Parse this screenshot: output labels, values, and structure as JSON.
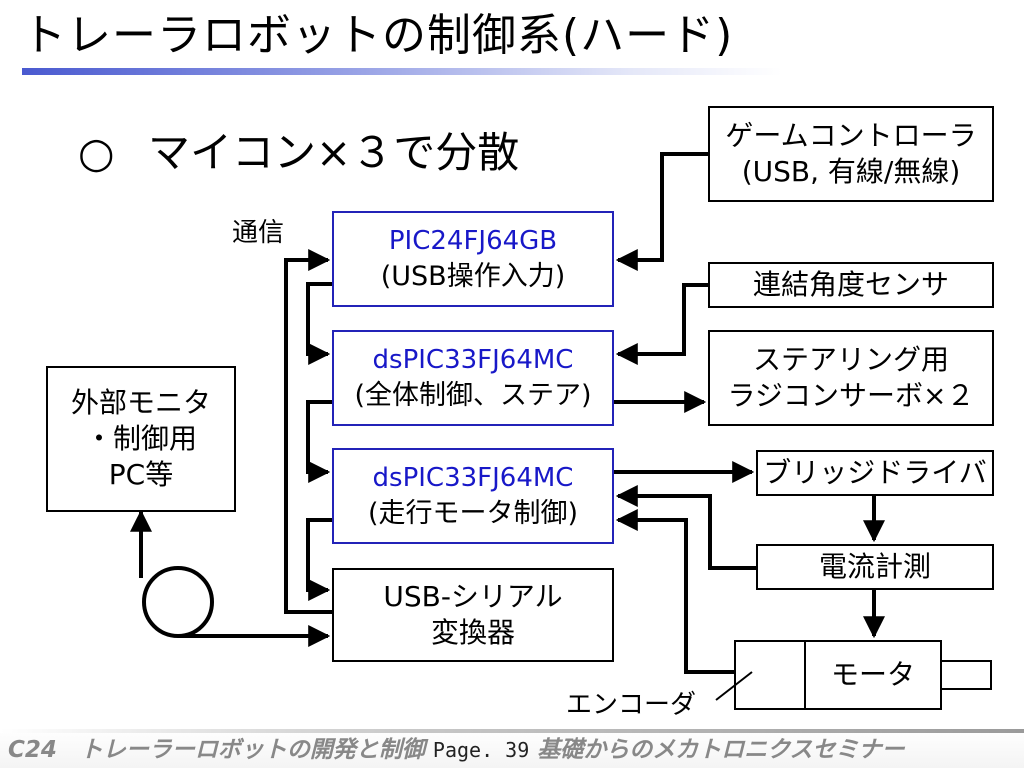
{
  "slide": {
    "title": "トレーラロボットの制御系(ハード)",
    "bullet_mark": "○",
    "bullet_text": "マイコン×３で分散"
  },
  "labels": {
    "comm": "通信",
    "encoder": "エンコーダ"
  },
  "boxes": {
    "game_controller": {
      "line1": "ゲームコントローラ",
      "line2": "(USB, 有線/無線)"
    },
    "mcu_usb": {
      "line1": "PIC24FJ64GB",
      "line2": "(USB操作入力)"
    },
    "angle_sensor": {
      "line1": "連結角度センサ"
    },
    "mcu_main": {
      "line1": "dsPIC33FJ64MC",
      "line2": "(全体制御、ステア)"
    },
    "steering_servo": {
      "line1": "ステアリング用",
      "line2": "ラジコンサーボ×２"
    },
    "external_monitor": {
      "line1": "外部モニタ",
      "line2": "・制御用",
      "line3": "PC等"
    },
    "mcu_motor": {
      "line1": "dsPIC33FJ64MC",
      "line2": "(走行モータ制御)"
    },
    "bridge_driver": {
      "line1": "ブリッジドライバ"
    },
    "current_sense": {
      "line1": "電流計測"
    },
    "usb_serial": {
      "line1": "USB-シリアル",
      "line2": "変換器"
    },
    "motor": {
      "line1": "モータ"
    }
  },
  "footer": {
    "left": "C24　トレーラーロボットの開発と制御",
    "page": "Page. 39",
    "right": "基礎からのメカトロニクスセミナー"
  }
}
